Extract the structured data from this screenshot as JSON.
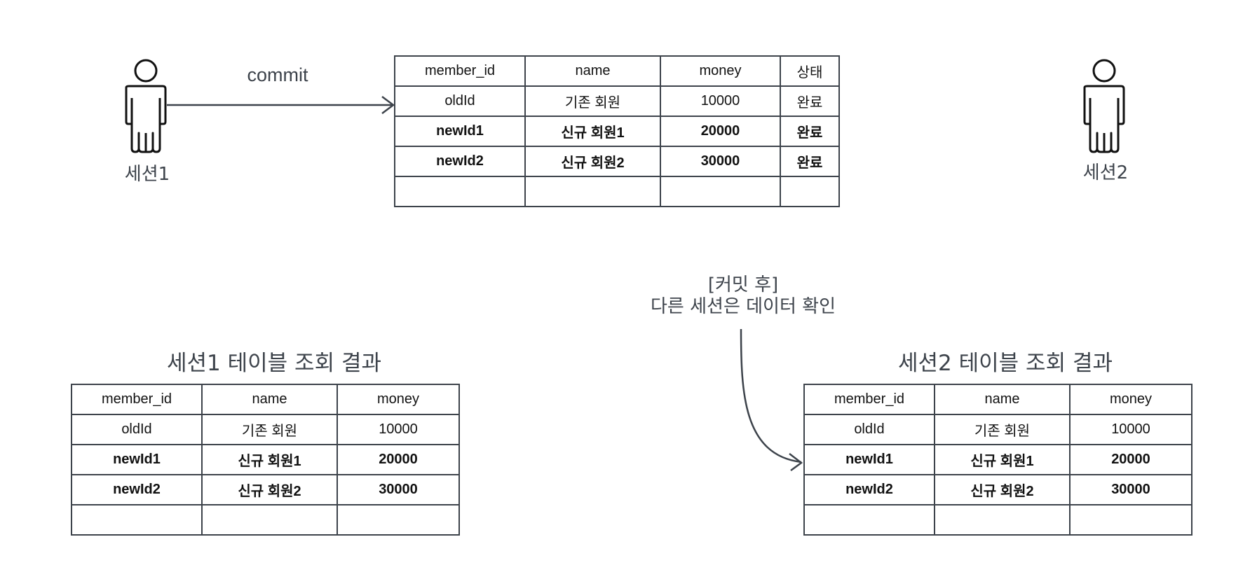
{
  "session1": {
    "label": "세션1"
  },
  "session2": {
    "label": "세션2"
  },
  "commit_label": "commit",
  "note": {
    "line1": "[커밋 후]",
    "line2": "다른 세션은 데이터 확인"
  },
  "main_table": {
    "headers": [
      "member_id",
      "name",
      "money",
      "상태"
    ],
    "rows": [
      [
        "oldId",
        "기존 회원",
        "10000",
        "완료"
      ],
      [
        "newId1",
        "신규 회원1",
        "20000",
        "완료"
      ],
      [
        "newId2",
        "신규 회원2",
        "30000",
        "완료"
      ],
      [
        "",
        "",
        "",
        ""
      ]
    ]
  },
  "session1_result": {
    "title": "세션1 테이블 조회 결과",
    "headers": [
      "member_id",
      "name",
      "money"
    ],
    "rows": [
      [
        "oldId",
        "기존 회원",
        "10000"
      ],
      [
        "newId1",
        "신규 회원1",
        "20000"
      ],
      [
        "newId2",
        "신규 회원2",
        "30000"
      ],
      [
        "",
        "",
        ""
      ]
    ]
  },
  "session2_result": {
    "title": "세션2 테이블 조회 결과",
    "headers": [
      "member_id",
      "name",
      "money"
    ],
    "rows": [
      [
        "oldId",
        "기존 회원",
        "10000"
      ],
      [
        "newId1",
        "신규 회원1",
        "20000"
      ],
      [
        "newId2",
        "신규 회원2",
        "30000"
      ],
      [
        "",
        "",
        ""
      ]
    ]
  },
  "colors": {
    "stroke": "#3d434b",
    "text": "#111111"
  }
}
